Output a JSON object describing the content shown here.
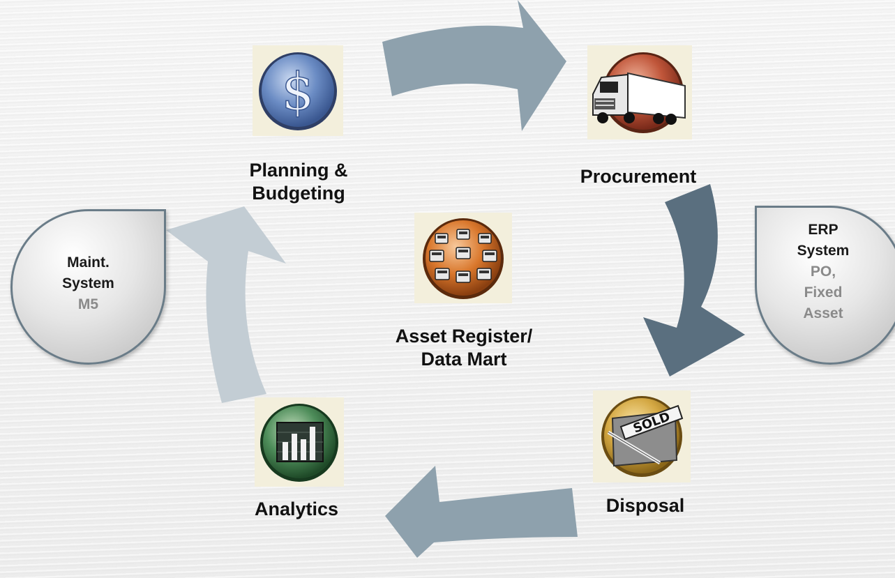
{
  "center": {
    "label_line1": "Asset Register/",
    "label_line2": "Data Mart",
    "icon": "vehicle-fleet-icon"
  },
  "stages": {
    "planning": {
      "line1": "Planning &",
      "line2": "Budgeting",
      "icon": "dollar-icon"
    },
    "procurement": {
      "label": "Procurement",
      "icon": "truck-icon"
    },
    "disposal": {
      "label": "Disposal",
      "icon": "sold-sign-icon"
    },
    "analytics": {
      "label": "Analytics",
      "icon": "bar-chart-icon"
    }
  },
  "systems": {
    "maint": {
      "line1": "Maint.",
      "line2": "System",
      "line3": "M5"
    },
    "erp": {
      "line1": "ERP",
      "line2": "System",
      "line3": "PO,",
      "line4": "Fixed",
      "line5": "Asset"
    }
  },
  "colors": {
    "arrow_dark": "#5a6f7f",
    "arrow_mid": "#8ea1ad",
    "arrow_light": "#c3cdd4",
    "dollar_blue": "#5b7db8",
    "truck_red": "#c0563a",
    "sold_gold": "#d4a843",
    "analytics_green": "#4e8d5a",
    "fleet_orange": "#d9772c"
  }
}
